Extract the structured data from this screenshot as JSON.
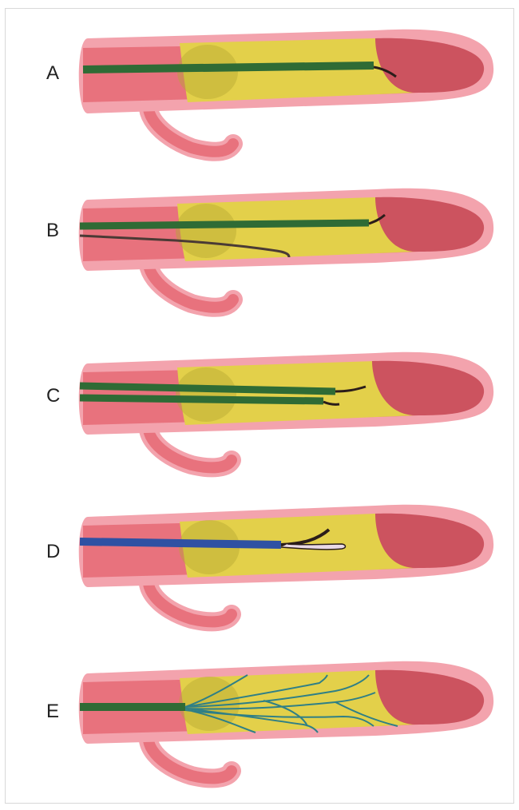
{
  "panels": [
    {
      "label": "A"
    },
    {
      "label": "B"
    },
    {
      "label": "C"
    },
    {
      "label": "D"
    },
    {
      "label": "E"
    }
  ],
  "colors": {
    "vessel_outer": "#f3a3ad",
    "vessel_inner": "#e8727d",
    "vessel_dark": "#cc535f",
    "plaque": "#e3d04a",
    "plaque_dark": "#b5a834",
    "catheter_green": "#2f6b35",
    "catheter_blue": "#2f51a3",
    "wire": "#2b1d1a",
    "branch_wire": "#2f7f86"
  }
}
